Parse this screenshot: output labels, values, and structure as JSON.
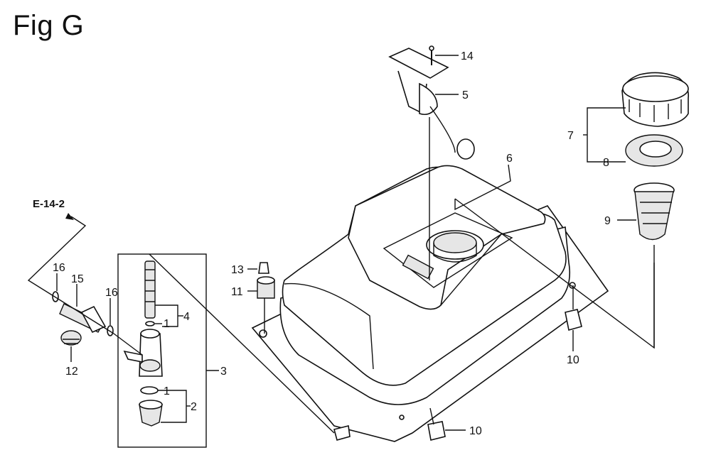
{
  "figure": {
    "title": "Fig G"
  },
  "reference": {
    "label": "E-14-2"
  },
  "callouts": [
    {
      "id": "c14",
      "label": "14"
    },
    {
      "id": "c5",
      "label": "5"
    },
    {
      "id": "c6",
      "label": "6"
    },
    {
      "id": "c7",
      "label": "7"
    },
    {
      "id": "c8",
      "label": "8"
    },
    {
      "id": "c9",
      "label": "9"
    },
    {
      "id": "c10a",
      "label": "10"
    },
    {
      "id": "c10b",
      "label": "10"
    },
    {
      "id": "c13",
      "label": "13"
    },
    {
      "id": "c11",
      "label": "11"
    },
    {
      "id": "c16a",
      "label": "16"
    },
    {
      "id": "c15",
      "label": "15"
    },
    {
      "id": "c16b",
      "label": "16"
    },
    {
      "id": "c12",
      "label": "12"
    },
    {
      "id": "c4",
      "label": "4"
    },
    {
      "id": "c1a",
      "label": "1"
    },
    {
      "id": "c3",
      "label": "3"
    },
    {
      "id": "c1b",
      "label": "1"
    },
    {
      "id": "c2",
      "label": "2"
    }
  ]
}
